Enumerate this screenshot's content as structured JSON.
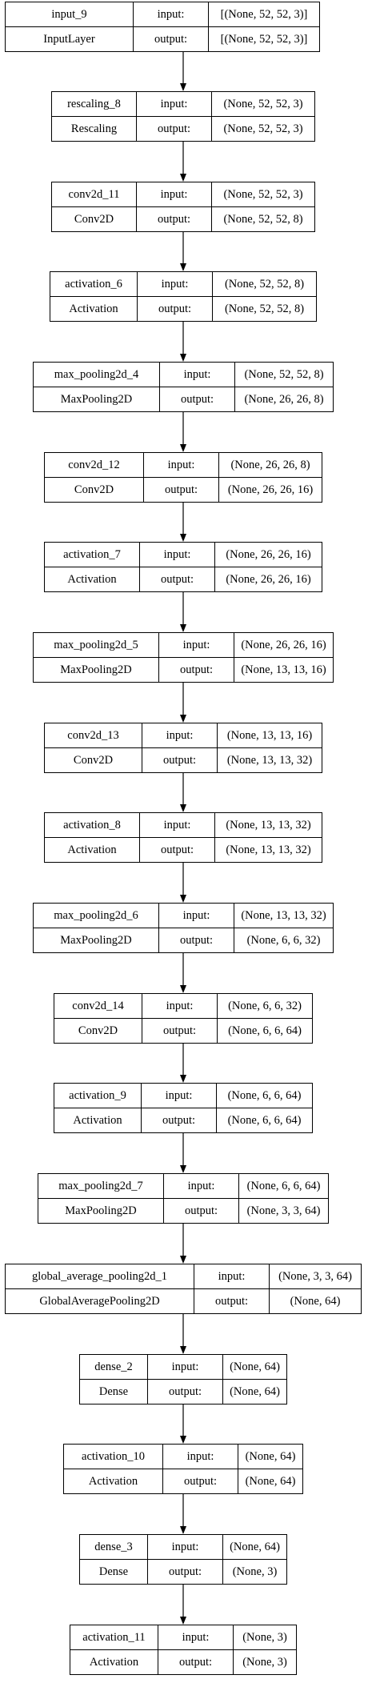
{
  "labels": {
    "input": "input:",
    "output": "output:"
  },
  "layers": [
    {
      "name": "input_9",
      "type": "InputLayer",
      "input": "[(None, 52, 52, 3)]",
      "output": "[(None, 52, 52, 3)]"
    },
    {
      "name": "rescaling_8",
      "type": "Rescaling",
      "input": "(None, 52, 52, 3)",
      "output": "(None, 52, 52, 3)"
    },
    {
      "name": "conv2d_11",
      "type": "Conv2D",
      "input": "(None, 52, 52, 3)",
      "output": "(None, 52, 52, 8)"
    },
    {
      "name": "activation_6",
      "type": "Activation",
      "input": "(None, 52, 52, 8)",
      "output": "(None, 52, 52, 8)"
    },
    {
      "name": "max_pooling2d_4",
      "type": "MaxPooling2D",
      "input": "(None, 52, 52, 8)",
      "output": "(None, 26, 26, 8)"
    },
    {
      "name": "conv2d_12",
      "type": "Conv2D",
      "input": "(None, 26, 26, 8)",
      "output": "(None, 26, 26, 16)"
    },
    {
      "name": "activation_7",
      "type": "Activation",
      "input": "(None, 26, 26, 16)",
      "output": "(None, 26, 26, 16)"
    },
    {
      "name": "max_pooling2d_5",
      "type": "MaxPooling2D",
      "input": "(None, 26, 26, 16)",
      "output": "(None, 13, 13, 16)"
    },
    {
      "name": "conv2d_13",
      "type": "Conv2D",
      "input": "(None, 13, 13, 16)",
      "output": "(None, 13, 13, 32)"
    },
    {
      "name": "activation_8",
      "type": "Activation",
      "input": "(None, 13, 13, 32)",
      "output": "(None, 13, 13, 32)"
    },
    {
      "name": "max_pooling2d_6",
      "type": "MaxPooling2D",
      "input": "(None, 13, 13, 32)",
      "output": "(None, 6, 6, 32)"
    },
    {
      "name": "conv2d_14",
      "type": "Conv2D",
      "input": "(None, 6, 6, 32)",
      "output": "(None, 6, 6, 64)"
    },
    {
      "name": "activation_9",
      "type": "Activation",
      "input": "(None, 6, 6, 64)",
      "output": "(None, 6, 6, 64)"
    },
    {
      "name": "max_pooling2d_7",
      "type": "MaxPooling2D",
      "input": "(None, 6, 6, 64)",
      "output": "(None, 3, 3, 64)"
    },
    {
      "name": "global_average_pooling2d_1",
      "type": "GlobalAveragePooling2D",
      "input": "(None, 3, 3, 64)",
      "output": "(None, 64)"
    },
    {
      "name": "dense_2",
      "type": "Dense",
      "input": "(None, 64)",
      "output": "(None, 64)"
    },
    {
      "name": "activation_10",
      "type": "Activation",
      "input": "(None, 64)",
      "output": "(None, 64)"
    },
    {
      "name": "dense_3",
      "type": "Dense",
      "input": "(None, 64)",
      "output": "(None, 3)"
    },
    {
      "name": "activation_11",
      "type": "Activation",
      "input": "(None, 3)",
      "output": "(None, 3)"
    }
  ]
}
